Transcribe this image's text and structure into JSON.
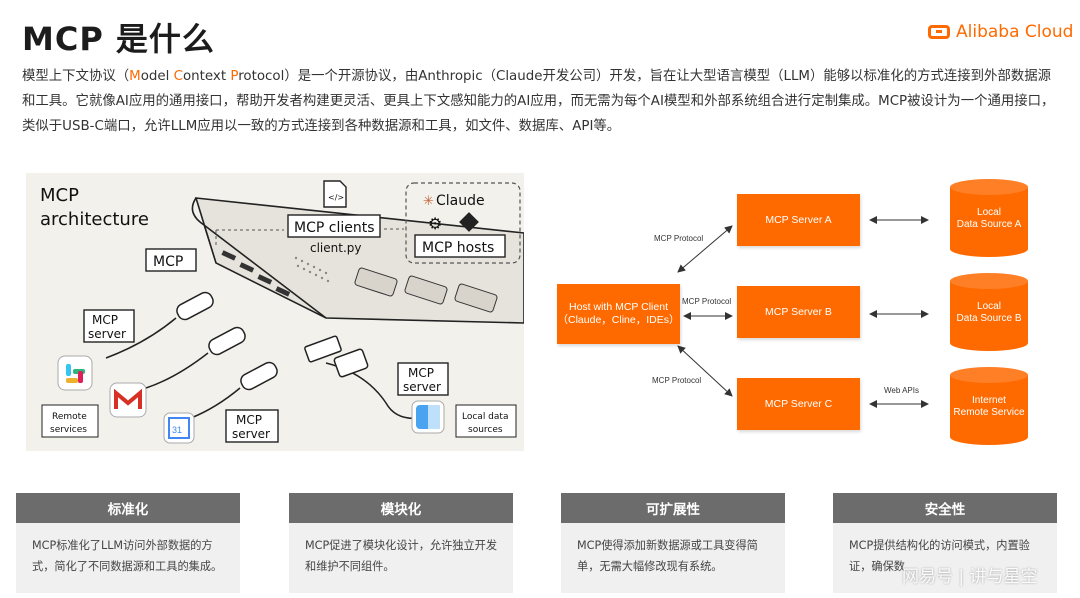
{
  "title": "MCP 是什么",
  "logo": {
    "text": "Alibaba Cloud"
  },
  "intro": {
    "p1": "模型上下文协议（",
    "m": "M",
    "odel": "odel ",
    "c": "C",
    "ontext": "ontext ",
    "p": "P",
    "rotocol": "rotocol",
    "p2": "）是一个开源协议，由Anthropic（Claude开发公司）开发，旨在让大型语言模型（LLM）能够以标准化的方式连接到外部数据源和工具。它就像AI应用的通用接口，帮助开发者构建更灵活、更具上下文感知能力的AI应用，而无需为每个AI模型和外部系统组合进行定制集成。MCP被设计为一个通用接口，类似于USB-C端口，允许LLM应用以一致的方式连接到各种数据源和工具，如文件、数据库、API等。"
  },
  "illustration": {
    "title_line1": "MCP",
    "title_line2": "architecture",
    "mcp_clients": "MCP clients",
    "client_py": "client.py",
    "claude": "Claude",
    "mcp_hosts": "MCP hosts",
    "mcp": "MCP",
    "server_left_1": "MCP",
    "server_left_2": "server",
    "server_mid_1": "MCP",
    "server_mid_2": "server",
    "server_right_1": "MCP",
    "server_right_2": "server",
    "remote_1": "Remote",
    "remote_2": "services",
    "local_1": "Local data",
    "local_2": "sources",
    "calendar_day": "31"
  },
  "diagram": {
    "host_line1": "Host with MCP Client",
    "host_line2": "（Claude，Cline，IDEs）",
    "server_a": "MCP Server A",
    "server_b": "MCP Server B",
    "server_c": "MCP Server C",
    "source_a_1": "Local",
    "source_a_2": "Data Source A",
    "source_b_1": "Local",
    "source_b_2": "Data Source B",
    "source_c_1": "Internet",
    "source_c_2": "Remote Service",
    "edge_a": "MCP Protocol",
    "edge_b": "MCP Protocol",
    "edge_c": "MCP Protocol",
    "edge_web": "Web APIs"
  },
  "cards": [
    {
      "title": "标准化",
      "text": "MCP标准化了LLM访问外部数据的方式，简化了不同数据源和工具的集成。"
    },
    {
      "title": "模块化",
      "text": "MCP促进了模块化设计，允许独立开发和维护不同组件。"
    },
    {
      "title": "可扩展性",
      "text": "MCP使得添加新数据源或工具变得简单，无需大幅修改现有系统。"
    },
    {
      "title": "安全性",
      "text": "MCP提供结构化的访问模式，内置验证，确保数"
    }
  ],
  "watermark": "网易号 | 讲与星空",
  "colors": {
    "accent": "#ff6a00",
    "card_head": "#6c6c6c",
    "card_bg": "#f0f0f0"
  }
}
